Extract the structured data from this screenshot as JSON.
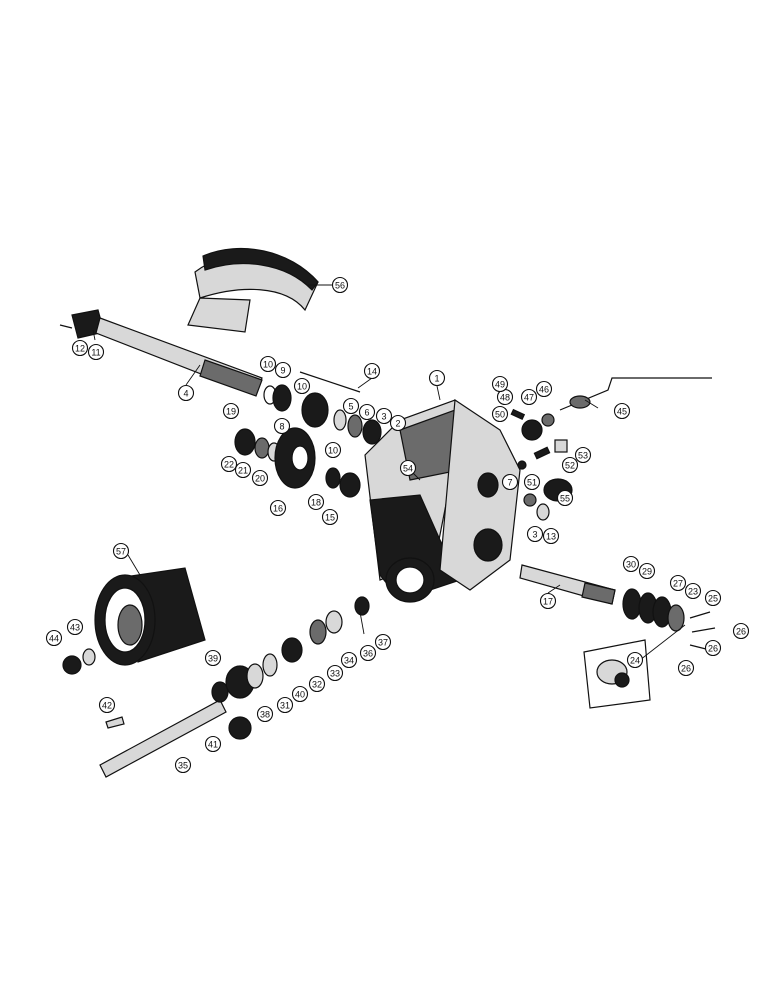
{
  "callouts": [
    {
      "id": "c1",
      "label": "1"
    },
    {
      "id": "c2",
      "label": "2"
    },
    {
      "id": "c3a",
      "label": "3"
    },
    {
      "id": "c3b",
      "label": "3"
    },
    {
      "id": "c4",
      "label": "4"
    },
    {
      "id": "c5",
      "label": "5"
    },
    {
      "id": "c6",
      "label": "6"
    },
    {
      "id": "c7",
      "label": "7"
    },
    {
      "id": "c8",
      "label": "8"
    },
    {
      "id": "c9",
      "label": "9"
    },
    {
      "id": "c10a",
      "label": "10"
    },
    {
      "id": "c10b",
      "label": "10"
    },
    {
      "id": "c10c",
      "label": "10"
    },
    {
      "id": "c11",
      "label": "11"
    },
    {
      "id": "c12",
      "label": "12"
    },
    {
      "id": "c13",
      "label": "13"
    },
    {
      "id": "c14",
      "label": "14"
    },
    {
      "id": "c15",
      "label": "15"
    },
    {
      "id": "c16",
      "label": "16"
    },
    {
      "id": "c17",
      "label": "17"
    },
    {
      "id": "c18",
      "label": "18"
    },
    {
      "id": "c19",
      "label": "19"
    },
    {
      "id": "c20",
      "label": "20"
    },
    {
      "id": "c21",
      "label": "21"
    },
    {
      "id": "c22",
      "label": "22"
    },
    {
      "id": "c23",
      "label": "23"
    },
    {
      "id": "c24",
      "label": "24"
    },
    {
      "id": "c25",
      "label": "25"
    },
    {
      "id": "c26a",
      "label": "26"
    },
    {
      "id": "c26b",
      "label": "26"
    },
    {
      "id": "c26c",
      "label": "26"
    },
    {
      "id": "c27",
      "label": "27"
    },
    {
      "id": "c29",
      "label": "29"
    },
    {
      "id": "c30",
      "label": "30"
    },
    {
      "id": "c31",
      "label": "31"
    },
    {
      "id": "c32",
      "label": "32"
    },
    {
      "id": "c33",
      "label": "33"
    },
    {
      "id": "c34",
      "label": "34"
    },
    {
      "id": "c35",
      "label": "35"
    },
    {
      "id": "c36",
      "label": "36"
    },
    {
      "id": "c37",
      "label": "37"
    },
    {
      "id": "c38",
      "label": "38"
    },
    {
      "id": "c39",
      "label": "39"
    },
    {
      "id": "c40",
      "label": "40"
    },
    {
      "id": "c41",
      "label": "41"
    },
    {
      "id": "c42",
      "label": "42"
    },
    {
      "id": "c43",
      "label": "43"
    },
    {
      "id": "c44",
      "label": "44"
    },
    {
      "id": "c45",
      "label": "45"
    },
    {
      "id": "c46",
      "label": "46"
    },
    {
      "id": "c47",
      "label": "47"
    },
    {
      "id": "c48",
      "label": "48"
    },
    {
      "id": "c49",
      "label": "49"
    },
    {
      "id": "c50",
      "label": "50"
    },
    {
      "id": "c51",
      "label": "51"
    },
    {
      "id": "c52",
      "label": "52"
    },
    {
      "id": "c53",
      "label": "53"
    },
    {
      "id": "c54",
      "label": "54"
    },
    {
      "id": "c55",
      "label": "55"
    },
    {
      "id": "c56",
      "label": "56"
    },
    {
      "id": "c57",
      "label": "57"
    }
  ]
}
